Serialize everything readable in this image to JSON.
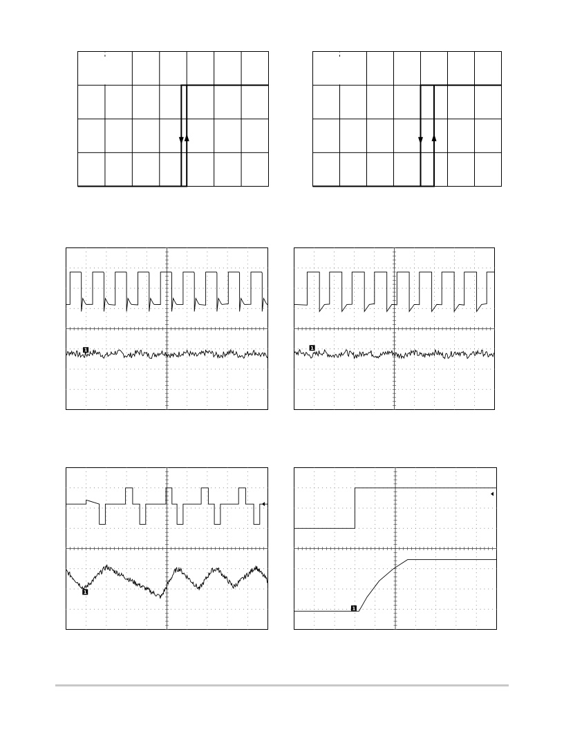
{
  "colors": {
    "background": "#ffffff",
    "grid": "#000000",
    "trace": "#000000",
    "footer_rule": "#c8c8c8"
  },
  "chart_data": [
    {
      "id": "hysteresis-left",
      "type": "line",
      "title": "",
      "xlabel": "",
      "ylabel": "",
      "grid": true,
      "grid_divisions": {
        "x": 7,
        "y": 4
      },
      "xlim": [
        0,
        7
      ],
      "ylim": [
        0,
        4
      ],
      "series": [
        {
          "x": [
            0,
            4.0,
            4.0
          ],
          "y": [
            0,
            0,
            3.0
          ],
          "arrow": "up"
        },
        {
          "x": [
            3.8,
            3.8,
            7.0
          ],
          "y": [
            0,
            3.0,
            3.0
          ],
          "arrow": "down"
        }
      ]
    },
    {
      "id": "hysteresis-right",
      "type": "line",
      "title": "",
      "xlabel": "",
      "ylabel": "",
      "grid": true,
      "grid_divisions": {
        "x": 7,
        "y": 4
      },
      "xlim": [
        0,
        7
      ],
      "ylim": [
        0,
        4
      ],
      "series": [
        {
          "x": [
            0,
            4.5,
            4.5
          ],
          "y": [
            0,
            0,
            3.0
          ],
          "arrow": "up"
        },
        {
          "x": [
            4.0,
            4.0,
            7.0
          ],
          "y": [
            0,
            3.0,
            3.0
          ],
          "arrow": "down"
        }
      ]
    },
    {
      "id": "scope-1",
      "type": "line",
      "title": "",
      "grid": true,
      "grid_divisions": {
        "x": 10,
        "y": 8
      },
      "xlim": [
        0,
        10
      ],
      "ylim": [
        0,
        8
      ],
      "series": [
        {
          "kind": "square-wave",
          "period": 1.12,
          "phase": 0.2,
          "duty": 0.5,
          "high": 6.8,
          "low": 5.2,
          "start": 0.18,
          "rounded": true
        },
        {
          "kind": "noise",
          "level": 2.75,
          "amplitude": 0.15
        }
      ],
      "trigger_marker": {
        "label": "1",
        "x": 0.98,
        "y": 2.95
      }
    },
    {
      "id": "scope-2",
      "type": "line",
      "title": "",
      "grid": true,
      "grid_divisions": {
        "x": 10,
        "y": 8
      },
      "xlim": [
        0,
        10
      ],
      "ylim": [
        0,
        8
      ],
      "series": [
        {
          "kind": "square-wave",
          "period": 1.12,
          "phase": 0.65,
          "duty": 0.55,
          "high": 6.8,
          "low": 5.2,
          "start": 0.05,
          "rounded": false
        },
        {
          "kind": "noise",
          "level": 2.75,
          "amplitude": 0.15
        }
      ],
      "trigger_marker": {
        "label": "1",
        "x": 0.9,
        "y": 3.05
      }
    },
    {
      "id": "scope-3",
      "type": "line",
      "title": "",
      "grid": true,
      "grid_divisions": {
        "x": 10,
        "y": 8
      },
      "xlim": [
        0,
        10
      ],
      "ylim": [
        0,
        8
      ],
      "series": [
        {
          "kind": "pulse-train",
          "baseline": 6.2,
          "pulses": [
            {
              "x": 1.65,
              "w": 0.3,
              "dir": "down"
            },
            {
              "x": 2.95,
              "w": 0.35,
              "dir": "up"
            },
            {
              "x": 3.65,
              "w": 0.3,
              "dir": "down"
            },
            {
              "x": 4.95,
              "w": 0.3,
              "dir": "up"
            },
            {
              "x": 5.5,
              "w": 0.3,
              "dir": "down"
            },
            {
              "x": 6.7,
              "w": 0.35,
              "dir": "up"
            },
            {
              "x": 7.35,
              "w": 0.3,
              "dir": "down"
            },
            {
              "x": 8.55,
              "w": 0.35,
              "dir": "up"
            },
            {
              "x": 9.3,
              "w": 0.3,
              "dir": "down"
            }
          ],
          "low": 5.2,
          "high": 7.0
        },
        {
          "kind": "sawtooth",
          "points": [
            [
              0,
              2.9
            ],
            [
              0.9,
              2.0
            ],
            [
              1.7,
              2.8
            ],
            [
              2.0,
              3.1
            ],
            [
              4.7,
              1.6
            ],
            [
              5.4,
              2.9
            ],
            [
              5.6,
              3.0
            ],
            [
              6.6,
              2.0
            ],
            [
              7.2,
              2.9
            ],
            [
              7.5,
              3.0
            ],
            [
              8.3,
              2.1
            ],
            [
              9.1,
              2.8
            ],
            [
              9.4,
              3.1
            ],
            [
              10.0,
              2.4
            ]
          ],
          "noise": 0.12
        }
      ],
      "trigger_marker": {
        "label": "1",
        "x": 0.95,
        "y": 1.85
      },
      "ref_marker_y": 6.2
    },
    {
      "id": "scope-4",
      "type": "line",
      "title": "",
      "grid": true,
      "grid_divisions": {
        "x": 10,
        "y": 8
      },
      "xlim": [
        0,
        10
      ],
      "ylim": [
        0,
        8
      ],
      "series": [
        {
          "kind": "step",
          "points": [
            [
              0,
              5.0
            ],
            [
              3.0,
              5.0
            ],
            [
              3.0,
              7.0
            ],
            [
              10,
              7.0
            ]
          ]
        },
        {
          "kind": "curve",
          "points": [
            [
              0,
              0.9
            ],
            [
              3.2,
              0.9
            ],
            [
              3.6,
              1.6
            ],
            [
              4.2,
              2.4
            ],
            [
              4.9,
              3.0
            ],
            [
              5.6,
              3.45
            ],
            [
              10,
              3.45
            ]
          ]
        }
      ],
      "trigger_marker": {
        "label": "1",
        "x": 2.95,
        "y": 1.05
      },
      "ref_marker_y": 6.7
    }
  ]
}
